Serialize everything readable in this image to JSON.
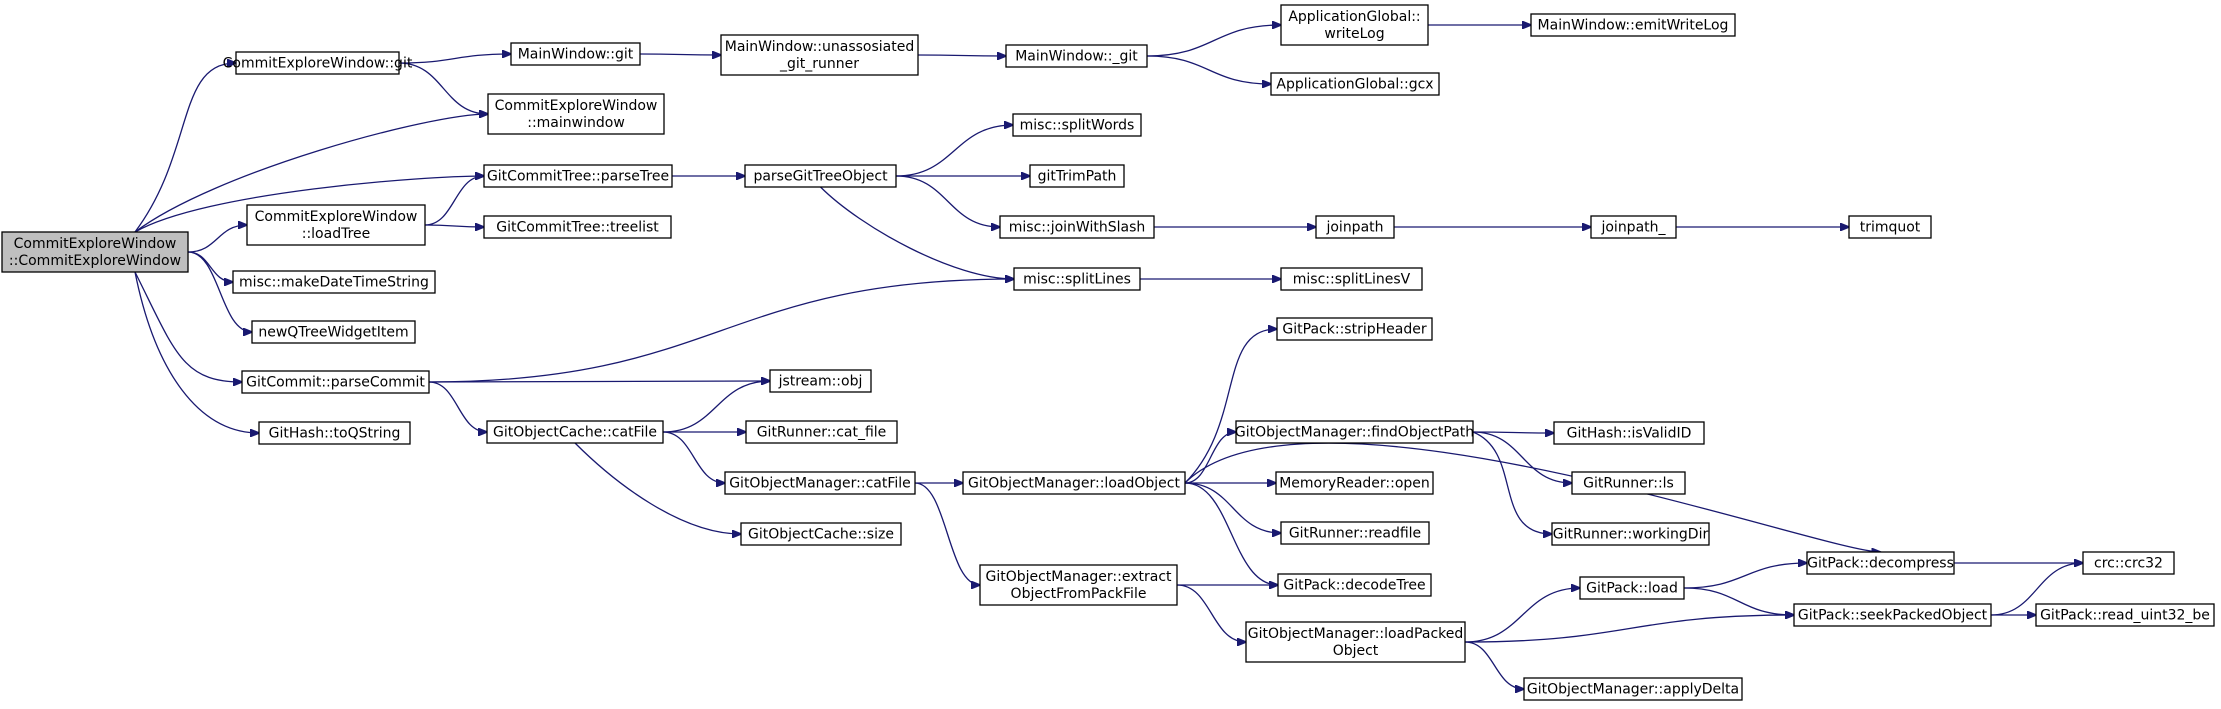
{
  "nodes": [
    {
      "id": "root",
      "lines": [
        "CommitExploreWindow",
        "::CommitExploreWindow"
      ],
      "root": true
    },
    {
      "id": "cew_git",
      "lines": [
        "CommitExploreWindow::git"
      ]
    },
    {
      "id": "cew_mainwindow",
      "lines": [
        "CommitExploreWindow",
        "::mainwindow"
      ]
    },
    {
      "id": "gct_parsetree",
      "lines": [
        "GitCommitTree::parseTree"
      ]
    },
    {
      "id": "cew_loadtree",
      "lines": [
        "CommitExploreWindow",
        "::loadTree"
      ]
    },
    {
      "id": "gct_treelist",
      "lines": [
        "GitCommitTree::treelist"
      ]
    },
    {
      "id": "misc_makedate",
      "lines": [
        "misc::makeDateTimeString"
      ]
    },
    {
      "id": "newqtree",
      "lines": [
        "newQTreeWidgetItem"
      ]
    },
    {
      "id": "gc_parsecommit",
      "lines": [
        "GitCommit::parseCommit"
      ]
    },
    {
      "id": "gh_toqstring",
      "lines": [
        "GitHash::toQString"
      ]
    },
    {
      "id": "mw_git",
      "lines": [
        "MainWindow::git"
      ]
    },
    {
      "id": "mw_unassosiated",
      "lines": [
        "MainWindow::unassosiated",
        "_git_runner"
      ]
    },
    {
      "id": "mw__git",
      "lines": [
        "MainWindow::_git"
      ]
    },
    {
      "id": "ag_writelog",
      "lines": [
        "ApplicationGlobal::",
        "writeLog"
      ]
    },
    {
      "id": "ag_gcx",
      "lines": [
        "ApplicationGlobal::gcx"
      ]
    },
    {
      "id": "mw_emitwritelog",
      "lines": [
        "MainWindow::emitWriteLog"
      ]
    },
    {
      "id": "parsegittree",
      "lines": [
        "parseGitTreeObject"
      ]
    },
    {
      "id": "misc_splitwords",
      "lines": [
        "misc::splitWords"
      ]
    },
    {
      "id": "gittrimpath",
      "lines": [
        "gitTrimPath"
      ]
    },
    {
      "id": "misc_joinwithslash",
      "lines": [
        "misc::joinWithSlash"
      ]
    },
    {
      "id": "misc_splitlines",
      "lines": [
        "misc::splitLines"
      ]
    },
    {
      "id": "joinpath",
      "lines": [
        "joinpath"
      ]
    },
    {
      "id": "joinpath_",
      "lines": [
        "joinpath_"
      ]
    },
    {
      "id": "trimquot",
      "lines": [
        "trimquot"
      ]
    },
    {
      "id": "misc_splitlinesv",
      "lines": [
        "misc::splitLinesV"
      ]
    },
    {
      "id": "jstream_obj",
      "lines": [
        "jstream::obj"
      ]
    },
    {
      "id": "goc_catfile",
      "lines": [
        "GitObjectCache::catFile"
      ]
    },
    {
      "id": "gr_catfile",
      "lines": [
        "GitRunner::cat_file"
      ]
    },
    {
      "id": "gom_catfile",
      "lines": [
        "GitObjectManager::catFile"
      ]
    },
    {
      "id": "goc_size",
      "lines": [
        "GitObjectCache::size"
      ]
    },
    {
      "id": "gom_loadobject",
      "lines": [
        "GitObjectManager::loadObject"
      ]
    },
    {
      "id": "gom_extract",
      "lines": [
        "GitObjectManager::extract",
        "ObjectFromPackFile"
      ]
    },
    {
      "id": "gp_stripheader",
      "lines": [
        "GitPack::stripHeader"
      ]
    },
    {
      "id": "gom_findobjectpath",
      "lines": [
        "GitObjectManager::findObjectPath"
      ]
    },
    {
      "id": "mr_open",
      "lines": [
        "MemoryReader::open"
      ]
    },
    {
      "id": "gr_readfile",
      "lines": [
        "GitRunner::readfile"
      ]
    },
    {
      "id": "gp_decodetree",
      "lines": [
        "GitPack::decodeTree"
      ]
    },
    {
      "id": "gh_isvalidid",
      "lines": [
        "GitHash::isValidID"
      ]
    },
    {
      "id": "gr_ls",
      "lines": [
        "GitRunner::ls"
      ]
    },
    {
      "id": "gr_workingdir",
      "lines": [
        "GitRunner::workingDir"
      ]
    },
    {
      "id": "gp_decompress",
      "lines": [
        "GitPack::decompress"
      ]
    },
    {
      "id": "gom_loadpacked",
      "lines": [
        "GitObjectManager::loadPacked",
        "Object"
      ]
    },
    {
      "id": "gp_load",
      "lines": [
        "GitPack::load"
      ]
    },
    {
      "id": "gp_seekpacked",
      "lines": [
        "GitPack::seekPackedObject"
      ]
    },
    {
      "id": "crc_crc32",
      "lines": [
        "crc::crc32"
      ]
    },
    {
      "id": "gp_readuint32",
      "lines": [
        "GitPack::read_uint32_be"
      ]
    },
    {
      "id": "gom_applydelta",
      "lines": [
        "GitObjectManager::applyDelta"
      ]
    }
  ],
  "edges": [
    [
      "root",
      "cew_git"
    ],
    [
      "root",
      "cew_mainwindow"
    ],
    [
      "root",
      "gct_parsetree"
    ],
    [
      "root",
      "cew_loadtree"
    ],
    [
      "root",
      "misc_makedate"
    ],
    [
      "root",
      "newqtree"
    ],
    [
      "root",
      "gc_parsecommit"
    ],
    [
      "root",
      "gh_toqstring"
    ],
    [
      "cew_git",
      "mw_git"
    ],
    [
      "cew_git",
      "cew_mainwindow"
    ],
    [
      "mw_git",
      "mw_unassosiated"
    ],
    [
      "mw_unassosiated",
      "mw__git"
    ],
    [
      "mw__git",
      "ag_writelog"
    ],
    [
      "mw__git",
      "ag_gcx"
    ],
    [
      "ag_writelog",
      "mw_emitwritelog"
    ],
    [
      "cew_loadtree",
      "gct_parsetree"
    ],
    [
      "cew_loadtree",
      "gct_treelist"
    ],
    [
      "gct_parsetree",
      "parsegittree"
    ],
    [
      "parsegittree",
      "misc_splitwords"
    ],
    [
      "parsegittree",
      "gittrimpath"
    ],
    [
      "parsegittree",
      "misc_joinwithslash"
    ],
    [
      "parsegittree",
      "misc_splitlines"
    ],
    [
      "misc_joinwithslash",
      "joinpath"
    ],
    [
      "joinpath",
      "joinpath_"
    ],
    [
      "joinpath_",
      "trimquot"
    ],
    [
      "misc_splitlines",
      "misc_splitlinesv"
    ],
    [
      "gc_parsecommit",
      "misc_splitlines"
    ],
    [
      "gc_parsecommit",
      "jstream_obj"
    ],
    [
      "gc_parsecommit",
      "goc_catfile"
    ],
    [
      "goc_catfile",
      "jstream_obj"
    ],
    [
      "goc_catfile",
      "gr_catfile"
    ],
    [
      "goc_catfile",
      "gom_catfile"
    ],
    [
      "goc_catfile",
      "goc_size"
    ],
    [
      "gom_catfile",
      "gom_loadobject"
    ],
    [
      "gom_catfile",
      "gom_extract"
    ],
    [
      "gom_loadobject",
      "gp_stripheader"
    ],
    [
      "gom_loadobject",
      "gp_decompress"
    ],
    [
      "gom_loadobject",
      "gom_findobjectpath"
    ],
    [
      "gom_loadobject",
      "mr_open"
    ],
    [
      "gom_loadobject",
      "gr_readfile"
    ],
    [
      "gom_loadobject",
      "gp_decodetree"
    ],
    [
      "gom_findobjectpath",
      "gh_isvalidid"
    ],
    [
      "gom_findobjectpath",
      "gr_ls"
    ],
    [
      "gom_findobjectpath",
      "gr_workingdir"
    ],
    [
      "gom_extract",
      "gp_decodetree"
    ],
    [
      "gom_extract",
      "gom_loadpacked"
    ],
    [
      "gom_loadpacked",
      "gp_load"
    ],
    [
      "gom_loadpacked",
      "gp_seekpacked"
    ],
    [
      "gom_loadpacked",
      "gom_applydelta"
    ],
    [
      "gp_load",
      "gp_decompress"
    ],
    [
      "gp_load",
      "gp_seekpacked"
    ],
    [
      "gp_decompress",
      "crc_crc32"
    ],
    [
      "gp_seekpacked",
      "crc_crc32"
    ],
    [
      "gp_seekpacked",
      "gp_readuint32"
    ]
  ],
  "colors": {
    "edge": "#191970",
    "node_border": "#000000",
    "root_fill": "#bfbfbf",
    "node_fill": "#ffffff"
  }
}
